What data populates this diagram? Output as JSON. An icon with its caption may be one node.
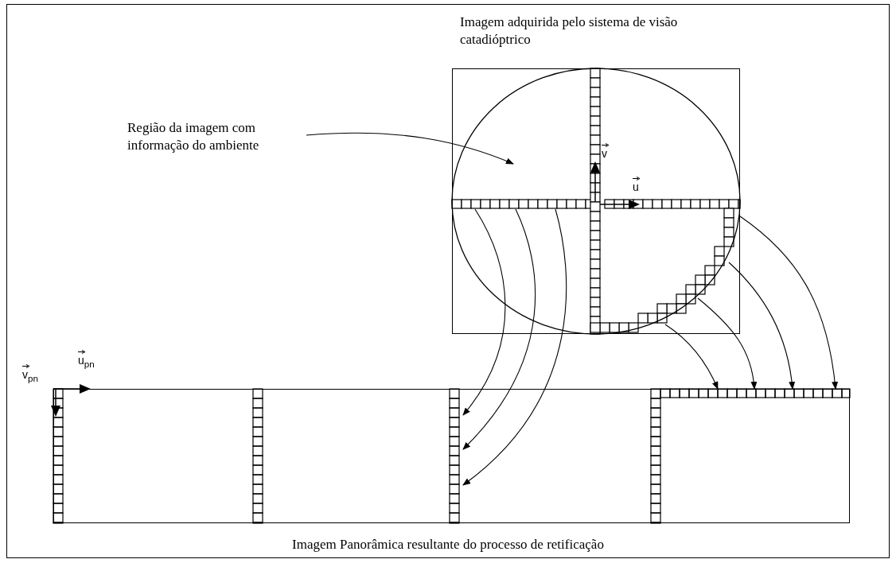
{
  "diagram": {
    "caption": "Imagem Panorâmica resultante do processo de retificação",
    "nodes": [
      {
        "text": [
          "Imagem adquirida pelo sistema de visão catadióptrico"
        ]
      },
      {
        "text": [],
        "shape": "circle",
        "in": 0
      },
      {
        "text": [
          "Região da imagem com informação do ambiente"
        ]
      },
      {
        "text": [],
        "shape": "box"
      }
    ],
    "edges": [
      {
        "from": 2,
        "to": 1,
        "arrow": "to"
      },
      {
        "from": 1,
        "to": 3,
        "arrow": "to"
      },
      {
        "from": 1,
        "to": 3,
        "arrow": "to"
      },
      {
        "from": 1,
        "to": 3,
        "arrow": "to"
      },
      {
        "from": 1,
        "to": 3,
        "arrow": "to"
      },
      {
        "from": 1,
        "to": 3,
        "arrow": "to"
      },
      {
        "from": 1,
        "to": 3,
        "arrow": "to"
      },
      {
        "from": 1,
        "to": 3,
        "arrow": "to"
      }
    ],
    "labels": [
      "v",
      "u",
      "u$_{pn}$",
      "v$_{pn}$"
    ]
  }
}
